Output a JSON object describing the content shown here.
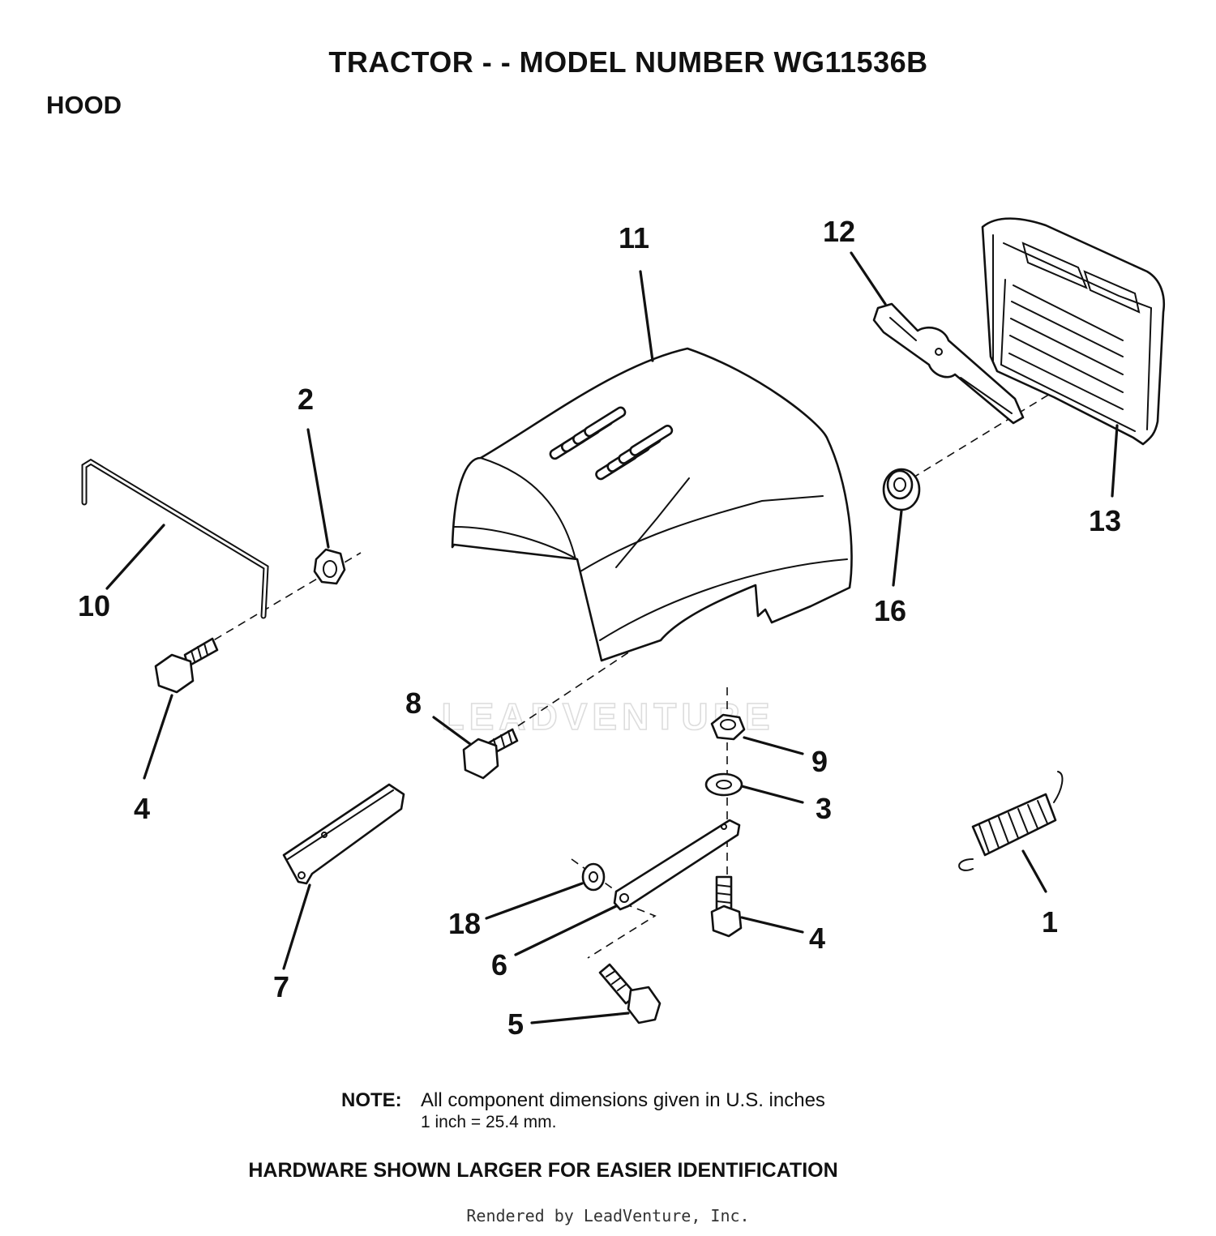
{
  "title": "TRACTOR - - MODEL NUMBER WG11536B",
  "section": "HOOD",
  "watermark": "LEADVENTURE",
  "callouts": {
    "c1": "1",
    "c2": "2",
    "c3": "3",
    "c4a": "4",
    "c4b": "4",
    "c5": "5",
    "c6": "6",
    "c7": "7",
    "c8": "8",
    "c9": "9",
    "c10": "10",
    "c11": "11",
    "c12": "12",
    "c13": "13",
    "c16": "16",
    "c18": "18"
  },
  "note": {
    "label": "NOTE:",
    "line1": "All component dimensions given in U.S. inches",
    "line2": "1 inch = 25.4 mm."
  },
  "hardware_note": "HARDWARE SHOWN LARGER FOR EASIER IDENTIFICATION",
  "footer": "Rendered by LeadVenture, Inc."
}
